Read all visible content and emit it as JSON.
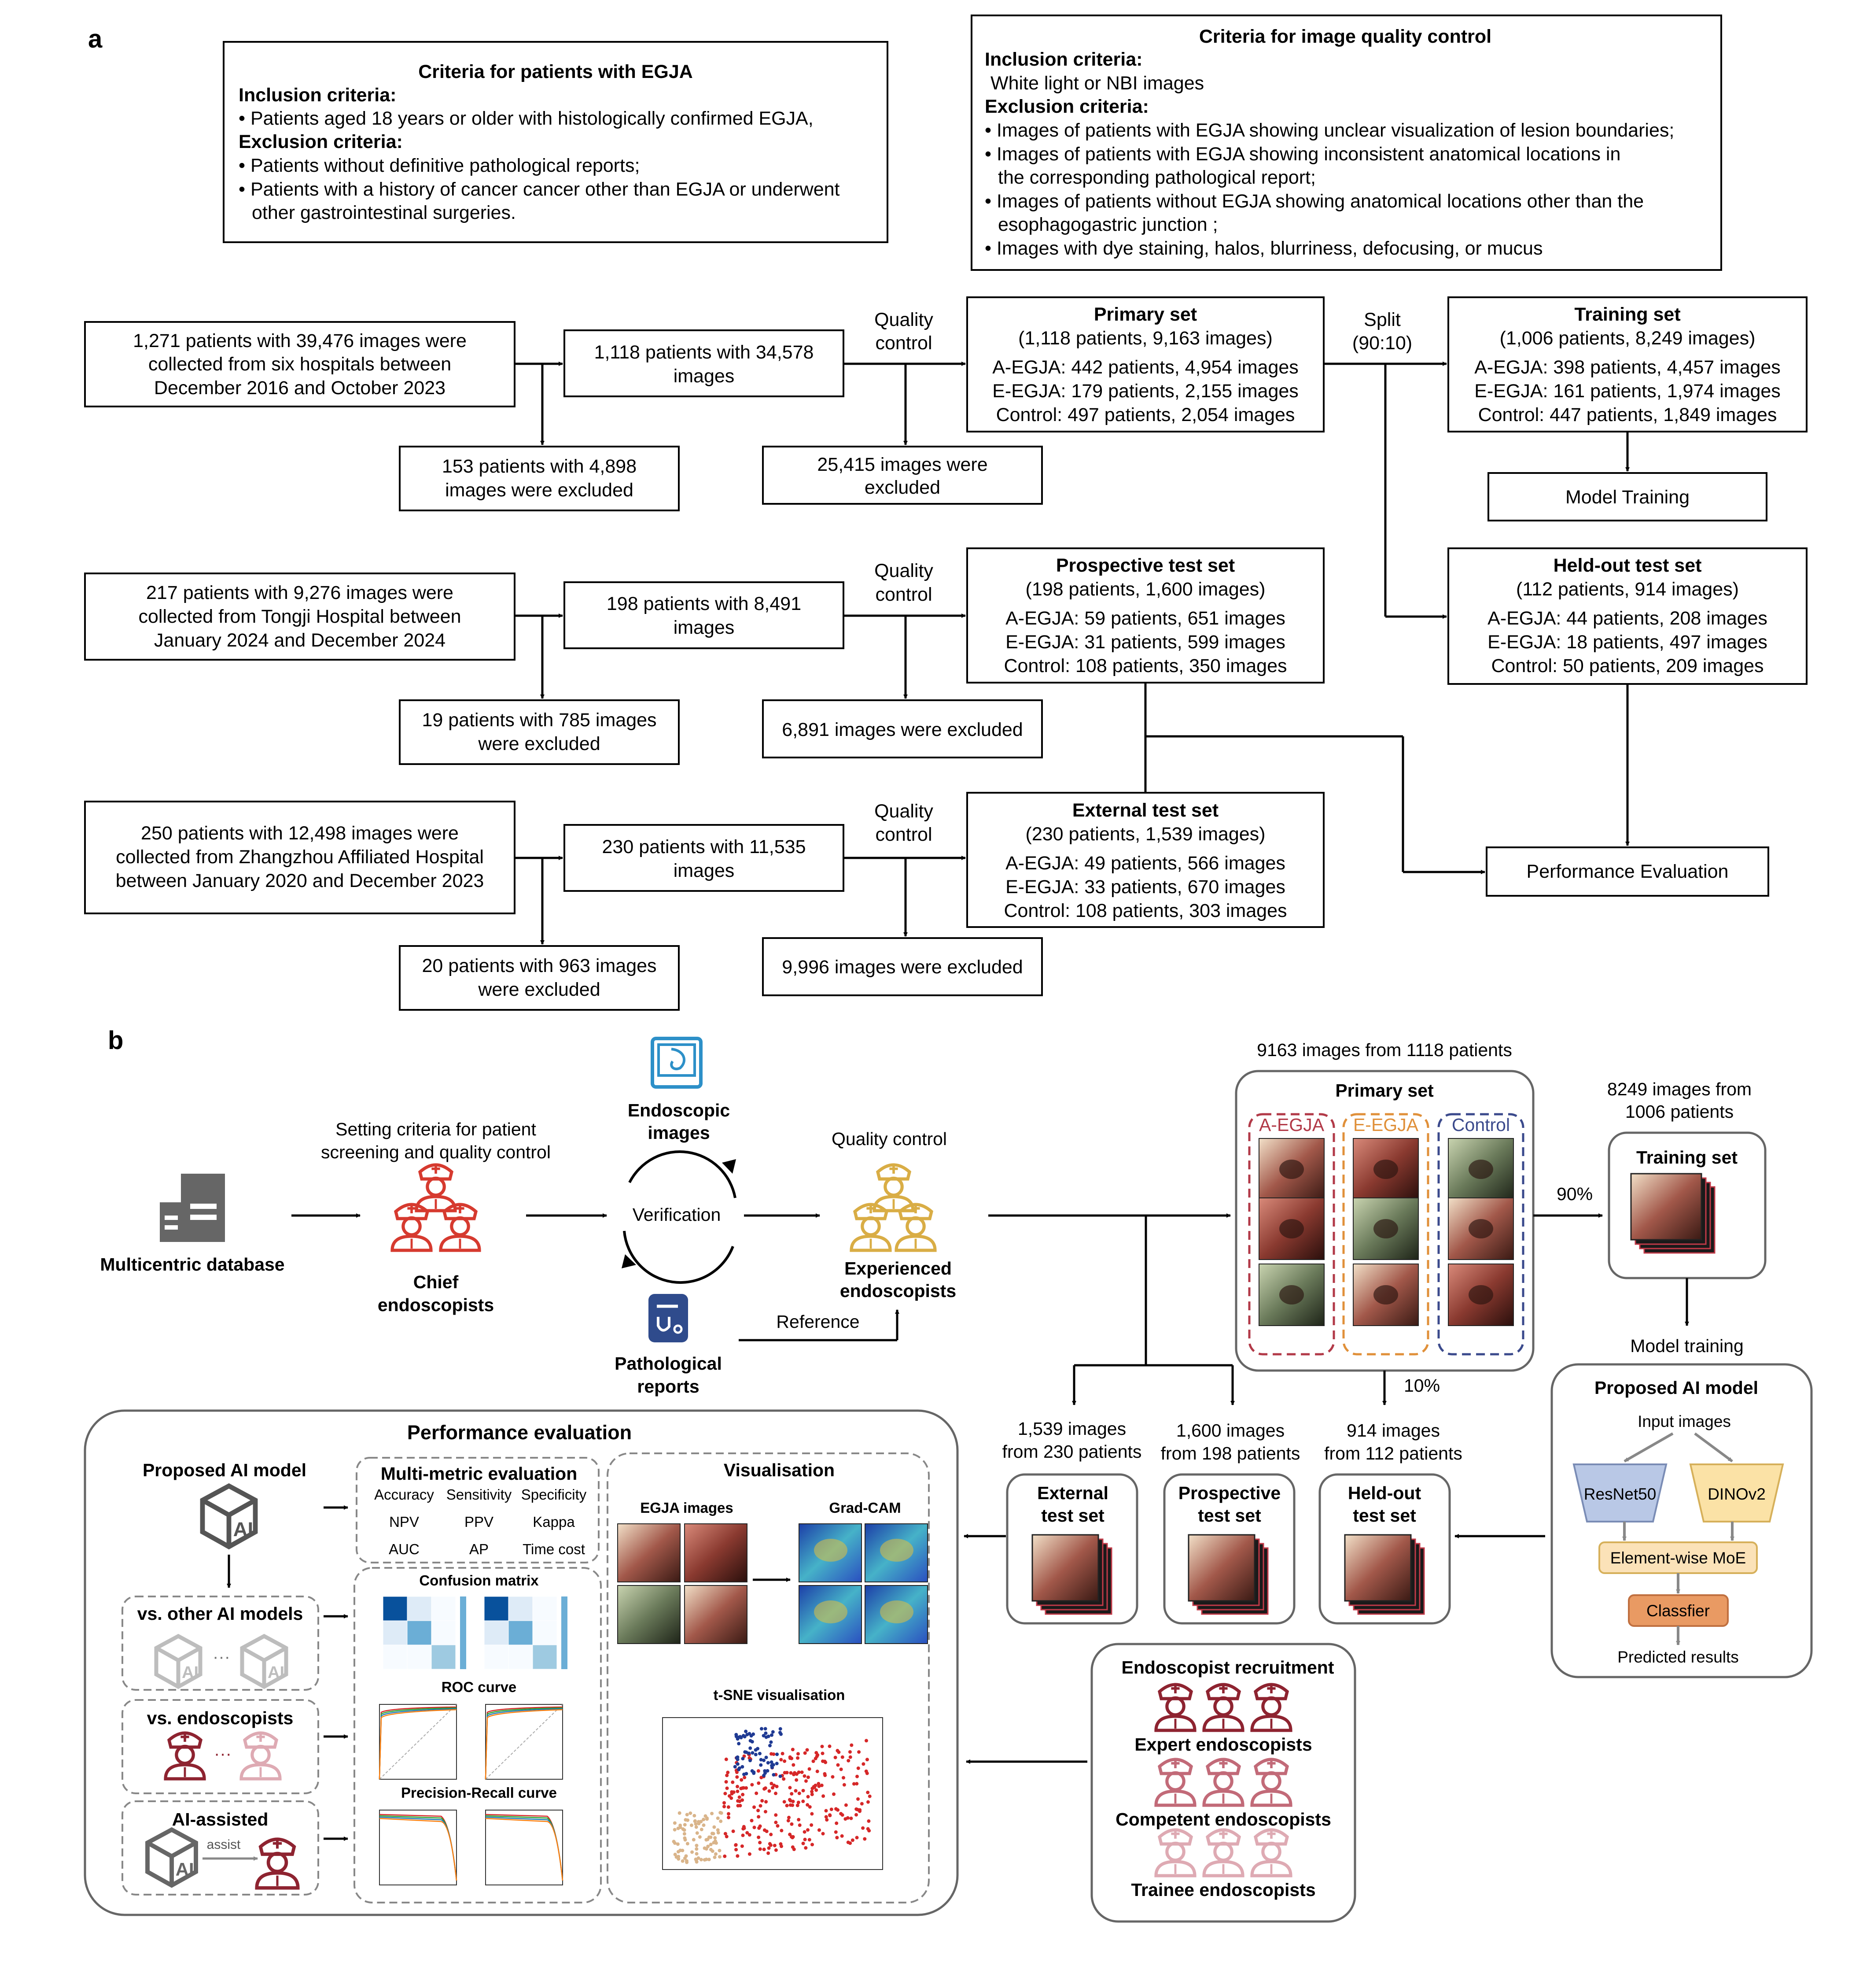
{
  "panel_a": {
    "label": "a",
    "criteria_patients": {
      "title": "Criteria for patients with EGJA",
      "inclusion_heading": "Inclusion criteria:",
      "inclusion_1": "• Patients aged 18 years or older with histologically confirmed EGJA,",
      "exclusion_heading": "Exclusion criteria:",
      "exclusion_1": "• Patients without definitive pathological reports;",
      "exclusion_2a": "• Patients with a history of cancer cancer other than EGJA or underwent",
      "exclusion_2b": "other gastrointestinal surgeries."
    },
    "criteria_images": {
      "title": "Criteria for image quality control",
      "inclusion_heading": "Inclusion criteria:",
      "inclusion_1": "White light or NBI images",
      "exclusion_heading": "Exclusion criteria:",
      "exclusion_1": "• Images of patients with EGJA showing unclear visualization of lesion boundaries;",
      "exclusion_2a": "• Images of patients with EGJA showing inconsistent anatomical locations in",
      "exclusion_2b": "the corresponding pathological report;",
      "exclusion_3a": "• Images of patients without EGJA showing anatomical locations other than the",
      "exclusion_3b": "esophagogastric junction ;",
      "exclusion_4": "• Images with dye staining, halos, blurriness, defocusing, or mucus"
    },
    "row1": {
      "source": [
        "1,271 patients with 39,476 images were",
        "collected from six hospitals between",
        "December 2016 and October 2023"
      ],
      "excluded_patients": [
        "153 patients with 4,898",
        "images were excluded"
      ],
      "kept": [
        "1,118 patients with 34,578",
        "images"
      ],
      "qc_label": [
        "Quality",
        "control"
      ],
      "excluded_images": [
        "25,415 images were",
        "excluded"
      ],
      "set_title": "Primary set",
      "set_lines": [
        "(1,118 patients, 9,163 images)",
        "A-EGJA: 442 patients, 4,954 images",
        "E-EGJA: 179 patients, 2,155 images",
        "Control: 497 patients, 2,054 images"
      ]
    },
    "split_label": [
      "Split",
      "(90:10)"
    ],
    "training": {
      "title": "Training set",
      "lines": [
        "(1,006 patients, 8,249 images)",
        "A-EGJA: 398 patients, 4,457 images",
        "E-EGJA: 161 patients, 1,974 images",
        "Control: 447 patients, 1,849 images"
      ]
    },
    "model_training": "Model Training",
    "heldout": {
      "title": "Held-out test set",
      "lines": [
        "(112 patients, 914 images)",
        "A-EGJA: 44 patients, 208 images",
        "E-EGJA: 18 patients, 497 images",
        "Control: 50 patients, 209 images"
      ]
    },
    "row2": {
      "source": [
        "217 patients with 9,276 images were",
        "collected from Tongji Hospital between",
        "January 2024 and December 2024"
      ],
      "excluded_patients": [
        "19 patients with 785 images",
        "were excluded"
      ],
      "kept": [
        "198 patients with 8,491",
        "images"
      ],
      "qc_label": [
        "Quality",
        "control"
      ],
      "excluded_images": [
        "6,891 images were excluded"
      ],
      "set_title": "Prospective test set",
      "set_lines": [
        "(198 patients, 1,600 images)",
        "A-EGJA: 59 patients, 651 images",
        "E-EGJA: 31 patients, 599 images",
        "Control: 108 patients, 350 images"
      ]
    },
    "row3": {
      "source": [
        "250 patients with 12,498 images were",
        "collected from Zhangzhou Affiliated Hospital",
        "between January 2020 and December 2023"
      ],
      "excluded_patients": [
        "20 patients with 963 images",
        "were excluded"
      ],
      "kept": [
        "230 patients with 11,535",
        "images"
      ],
      "qc_label": [
        "Quality",
        "control"
      ],
      "excluded_images": [
        "9,996 images were excluded"
      ],
      "set_title": "External test set",
      "set_lines": [
        "(230 patients, 1,539 images)",
        "A-EGJA: 49 patients, 566 images",
        "E-EGJA: 33 patients, 670 images",
        "Control: 108 patients, 303 images"
      ]
    },
    "performance": "Performance Evaluation"
  },
  "panel_b": {
    "label": "b",
    "database": "Multicentric database",
    "setting_criteria": [
      "Setting criteria for patient",
      "screening and quality control"
    ],
    "chief": [
      "Chief",
      "endoscopists"
    ],
    "endo_images": [
      "Endoscopic",
      "images"
    ],
    "verification": "Verification",
    "path_reports": [
      "Pathological",
      "reports"
    ],
    "reference": "Reference",
    "quality_control": "Quality control",
    "experienced": [
      "Experienced",
      "endoscopists"
    ],
    "primary_caption": "9163 images from 1118 patients",
    "primary_title": "Primary set",
    "class_labels": [
      "A-EGJA",
      "E-EGJA",
      "Control"
    ],
    "ninety": "90%",
    "training_caption": [
      "8249 images from",
      "1006 patients"
    ],
    "training_title": "Training set",
    "model_training": "Model training",
    "ai_title": "Proposed AI model",
    "input_images": "Input images",
    "resnet": "ResNet50",
    "dino": "DINOv2",
    "moe": "Element-wise MoE",
    "classifier": "Classfier",
    "predicted": "Predicted results",
    "ten": "10%",
    "ext_caption": [
      "1,539 images",
      "from 230 patients"
    ],
    "pro_caption": [
      "1,600 images",
      "from 198 patients"
    ],
    "held_caption": [
      "914 images",
      "from 112 patients"
    ],
    "ext_title": [
      "External",
      "test set"
    ],
    "pro_title": [
      "Prospective",
      "test set"
    ],
    "held_title": [
      "Held-out",
      "test set"
    ],
    "perf_title": "Performance evaluation",
    "proposed_ai": "Proposed AI model",
    "vs_ai": "vs. other AI models",
    "vs_endo": "vs. endoscopists",
    "ai_assisted": "AI-assisted",
    "assist": "assist",
    "multi_metric": "Multi-metric evaluation",
    "metrics": [
      "Accuracy",
      "Sensitivity",
      "Specificity",
      "NPV",
      "PPV",
      "Kappa",
      "AUC",
      "AP",
      "Time cost"
    ],
    "confusion": "Confusion matrix",
    "roc": "ROC curve",
    "pr": "Precision-Recall curve",
    "visualisation": "Visualisation",
    "egja_images": "EGJA images",
    "gradcam": "Grad-CAM",
    "tsne": "t-SNE visualisation",
    "recruit_title": "Endoscopist recruitment",
    "expert": "Expert endoscopists",
    "competent": "Competent endoscopists",
    "trainee": "Trainee endoscopists",
    "icon_ai": "AI",
    "dots": "···",
    "colors": {
      "chief_red": "#d63a2f",
      "gold": "#d9ad45",
      "blue_icon": "#2d90c8",
      "navy_icon": "#2f4b8c",
      "aegja_red": "#b23a48",
      "eegja_orange": "#e0903a",
      "control_blue": "#3b4a8c",
      "resnet_fill": "#b9c8e6",
      "dino_fill": "#fbe2a6",
      "moe_fill": "#fbe2b8",
      "classifier_fill": "#e99a63",
      "expert": "#8e2330",
      "competent": "#c26a78",
      "trainee": "#deaab3"
    }
  }
}
